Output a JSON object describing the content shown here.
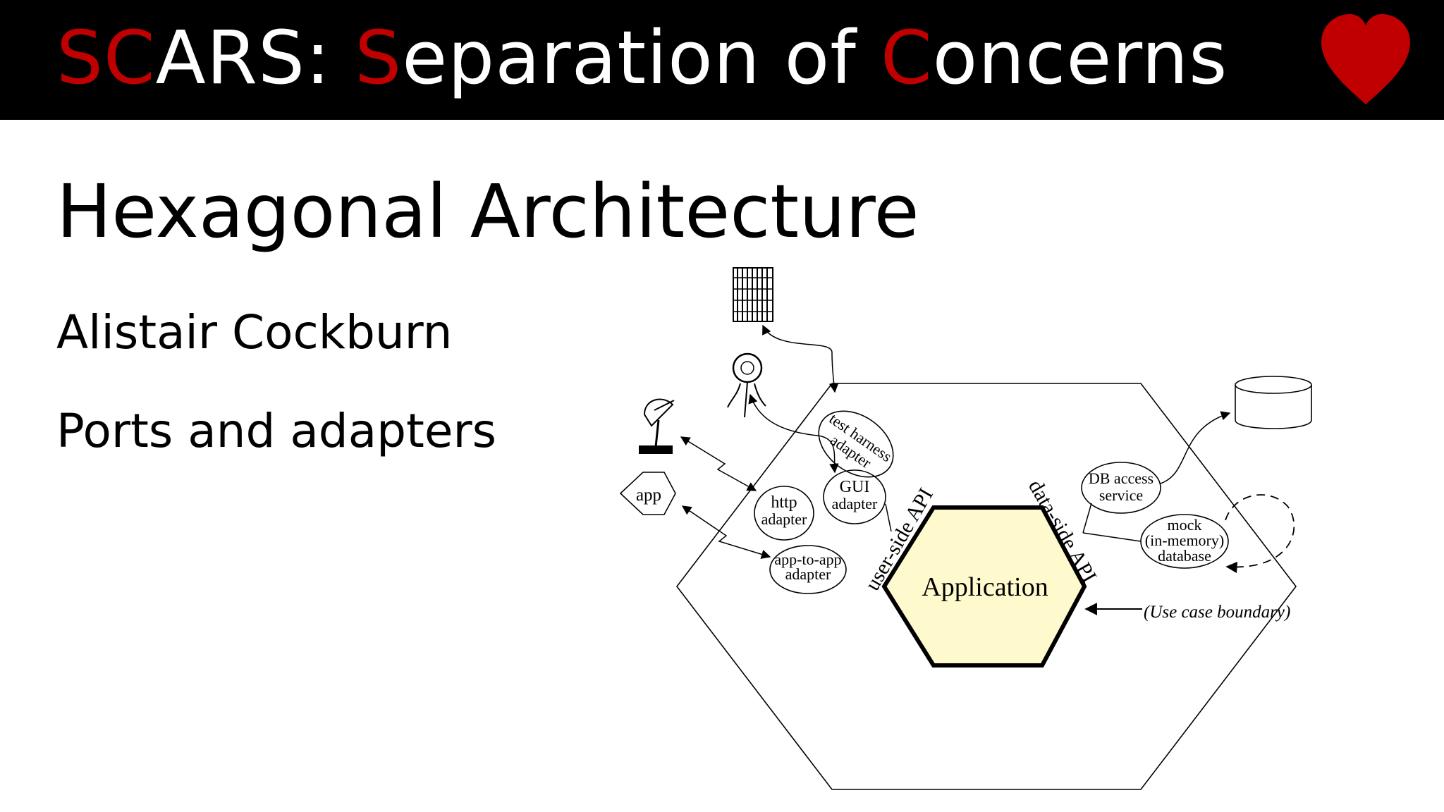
{
  "header": {
    "title_parts": [
      {
        "text": "S",
        "red": true
      },
      {
        "text": "C",
        "red": true
      },
      {
        "text": "ARS: ",
        "red": false
      },
      {
        "text": "S",
        "red": true
      },
      {
        "text": "eparation of ",
        "red": false
      },
      {
        "text": "C",
        "red": true
      },
      {
        "text": "oncerns",
        "red": false
      }
    ],
    "accent_color": "#c00000",
    "background_color": "#000000",
    "heart_icon": "heart-icon"
  },
  "slide": {
    "title": "Hexagonal Architecture",
    "bullets": [
      "Alistair Cockburn",
      "Ports and adapters"
    ]
  },
  "diagram": {
    "center": "Application",
    "user_side_api": "user-side API",
    "data_side_api": "data-side API",
    "boundary_note": "(Use case boundary)",
    "app_node": "app",
    "adapters": {
      "test_harness": [
        "test harness",
        "adapter"
      ],
      "gui": [
        "GUI",
        "adapter"
      ],
      "http": [
        "http",
        "adapter"
      ],
      "app_to_app": [
        "app-to-app",
        "adapter"
      ],
      "db_access": [
        "DB access",
        "service"
      ],
      "mock_db": [
        "mock",
        "(in-memory)",
        "database"
      ]
    },
    "icons": [
      "test-grid-icon",
      "user-icon",
      "satellite-dish-icon",
      "database-cylinder-icon"
    ],
    "app_fill_color": "#fffacd"
  }
}
